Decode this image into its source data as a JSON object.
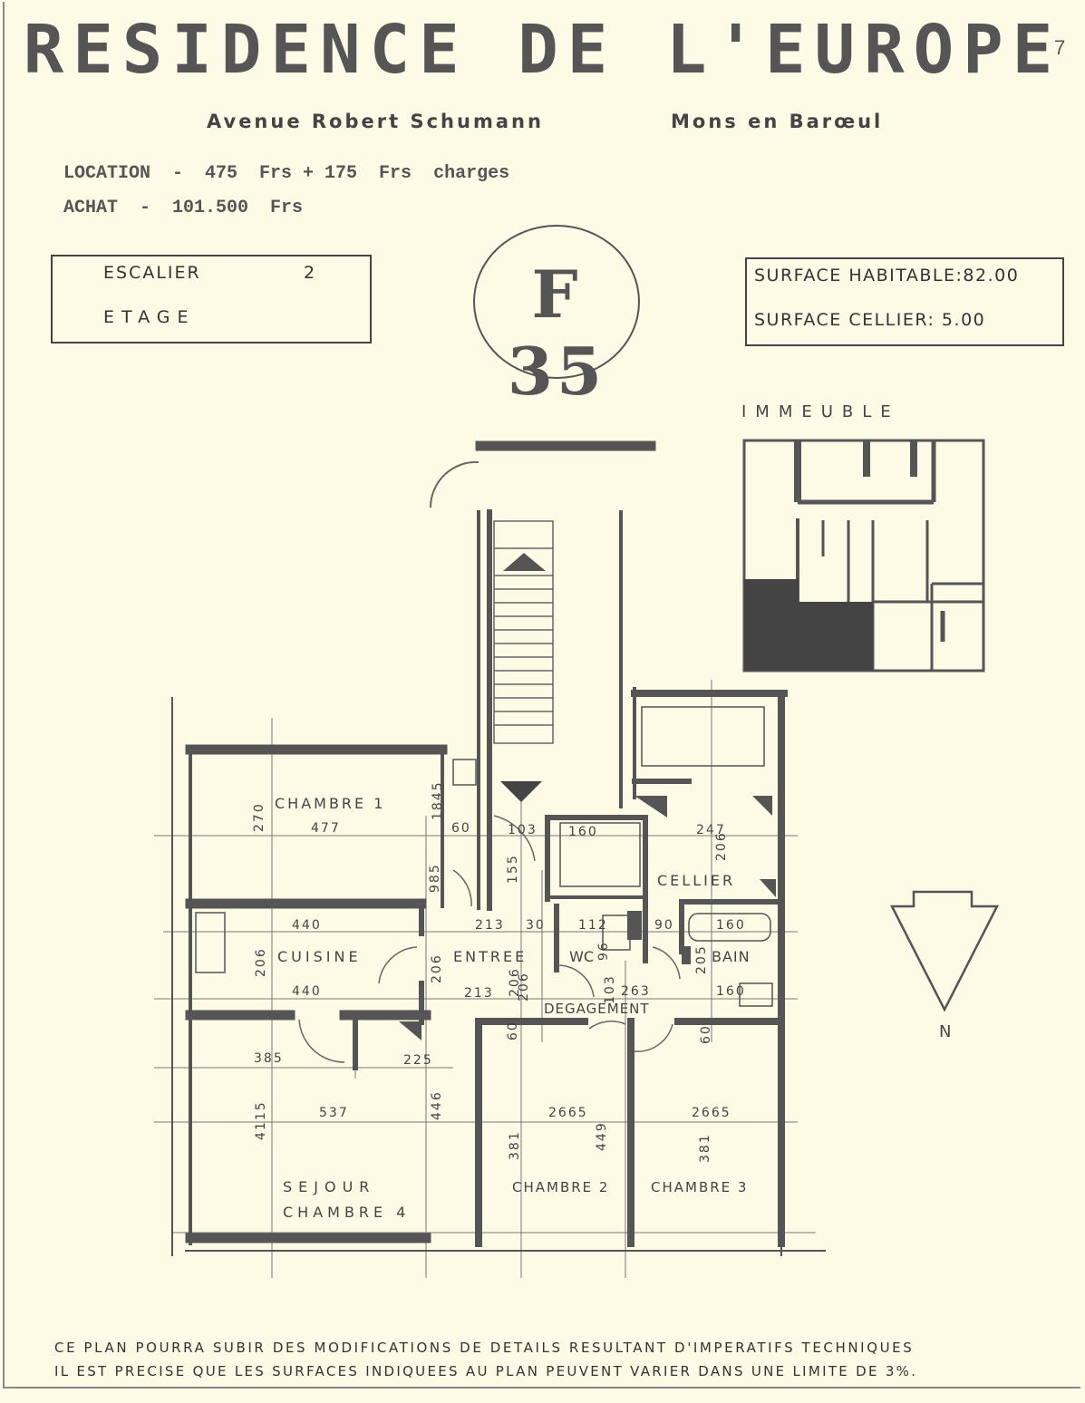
{
  "header": {
    "title": "RESIDENCE DE L'EUROPE",
    "page_number": "7",
    "street": "Avenue Robert Schumann",
    "city": "Mons en Barœul"
  },
  "pricing": {
    "location": "LOCATION  -  475  Frs + 175  Frs  charges",
    "achat": "ACHAT  -  101.500  Frs"
  },
  "stair_box": {
    "escalier_label": "ESCALIER",
    "escalier_value": "2",
    "etage_label": "ETAGE"
  },
  "apartment_type": "F 35",
  "surface_box": {
    "habitable": "SURFACE HABITABLE:82.00",
    "cellier": "SURFACE CELLIER: 5.00"
  },
  "immeuble_label": "IMMEUBLE",
  "north_label": "N",
  "plan": {
    "rooms": {
      "chambre1": "CHAMBRE 1",
      "cuisine": "CUISINE",
      "entree": "ENTREE",
      "wc": "WC",
      "cellier": "CELLIER",
      "bain": "BAIN",
      "degagement": "DEGAGEMENT",
      "sejour": "SEJOUR",
      "chambre4": "CHAMBRE 4",
      "chambre2": "CHAMBRE 2",
      "chambre3": "CHAMBRE 3"
    },
    "dims": {
      "d270": "270",
      "d477": "477",
      "d1845": "1845",
      "d60a": "60",
      "d103a": "103",
      "d160a": "160",
      "d247": "247",
      "d206a": "206",
      "d985": "985",
      "d155": "155",
      "d440a": "440",
      "d213a": "213",
      "d30": "30",
      "d112": "112",
      "d90": "90",
      "d160b": "160",
      "d206b": "206",
      "d206c": "206",
      "d96": "96",
      "d206d": "206",
      "d205": "205",
      "d440b": "440",
      "d213b": "213",
      "d206e": "206",
      "d103b": "103",
      "d263": "263",
      "d160c": "160",
      "d60b": "60",
      "d60c": "60",
      "d385": "385",
      "d225": "225",
      "d4115": "4115",
      "d537": "537",
      "d446": "446",
      "d2665a": "2665",
      "d2665b": "2665",
      "d381a": "381",
      "d449": "449",
      "d381b": "381"
    }
  },
  "disclaimer": {
    "line1": "CE PLAN POURRA SUBIR DES MODIFICATIONS DE DETAILS RESULTANT D'IMPERATIFS TECHNIQUES",
    "line2": "IL EST PRECISE QUE LES SURFACES INDIQUEES AU PLAN PEUVENT VARIER DANS UNE LIMITE DE 3%."
  }
}
